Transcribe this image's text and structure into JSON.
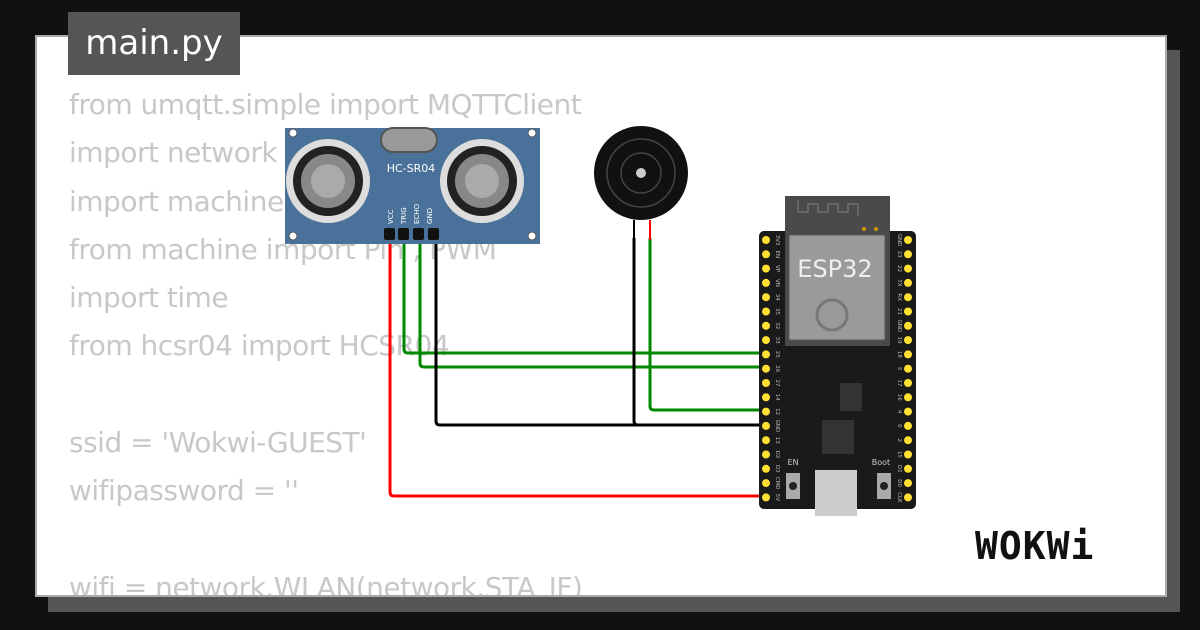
{
  "file_tab": {
    "title": "main.py"
  },
  "code_lines": [
    "from umqtt.simple import MQTTClient",
    "import network",
    "import machine",
    "from machine import Pin , PWM",
    "import time",
    "from hcsr04 import HCSR04",
    "",
    "ssid = 'Wokwi-GUEST'",
    "wifipassword = ''",
    "",
    "wifi = network.WLAN(network.STA_IF)"
  ],
  "sensor": {
    "label": "HC-SR04",
    "pins": [
      "VCC",
      "TRIG",
      "ECHO",
      "GND"
    ],
    "color": "#4a7199"
  },
  "board": {
    "label": "ESP32",
    "left_pins": [
      "3V3",
      "EN",
      "VP",
      "VN",
      "34",
      "35",
      "32",
      "33",
      "25",
      "26",
      "27",
      "14",
      "12",
      "GND",
      "13",
      "D2",
      "D3",
      "CMD",
      "5V"
    ],
    "right_pins": [
      "GND",
      "23",
      "22",
      "TX",
      "RX",
      "21",
      "GND",
      "19",
      "18",
      "5",
      "17",
      "16",
      "4",
      "0",
      "2",
      "15",
      "D1",
      "D0",
      "CLK"
    ],
    "buttons": [
      "EN",
      "Boot"
    ]
  },
  "wire_colors": {
    "power": "#ff0000",
    "signal": "#008000",
    "ground": "#000000"
  },
  "brand": {
    "logo": "WOKWi"
  }
}
